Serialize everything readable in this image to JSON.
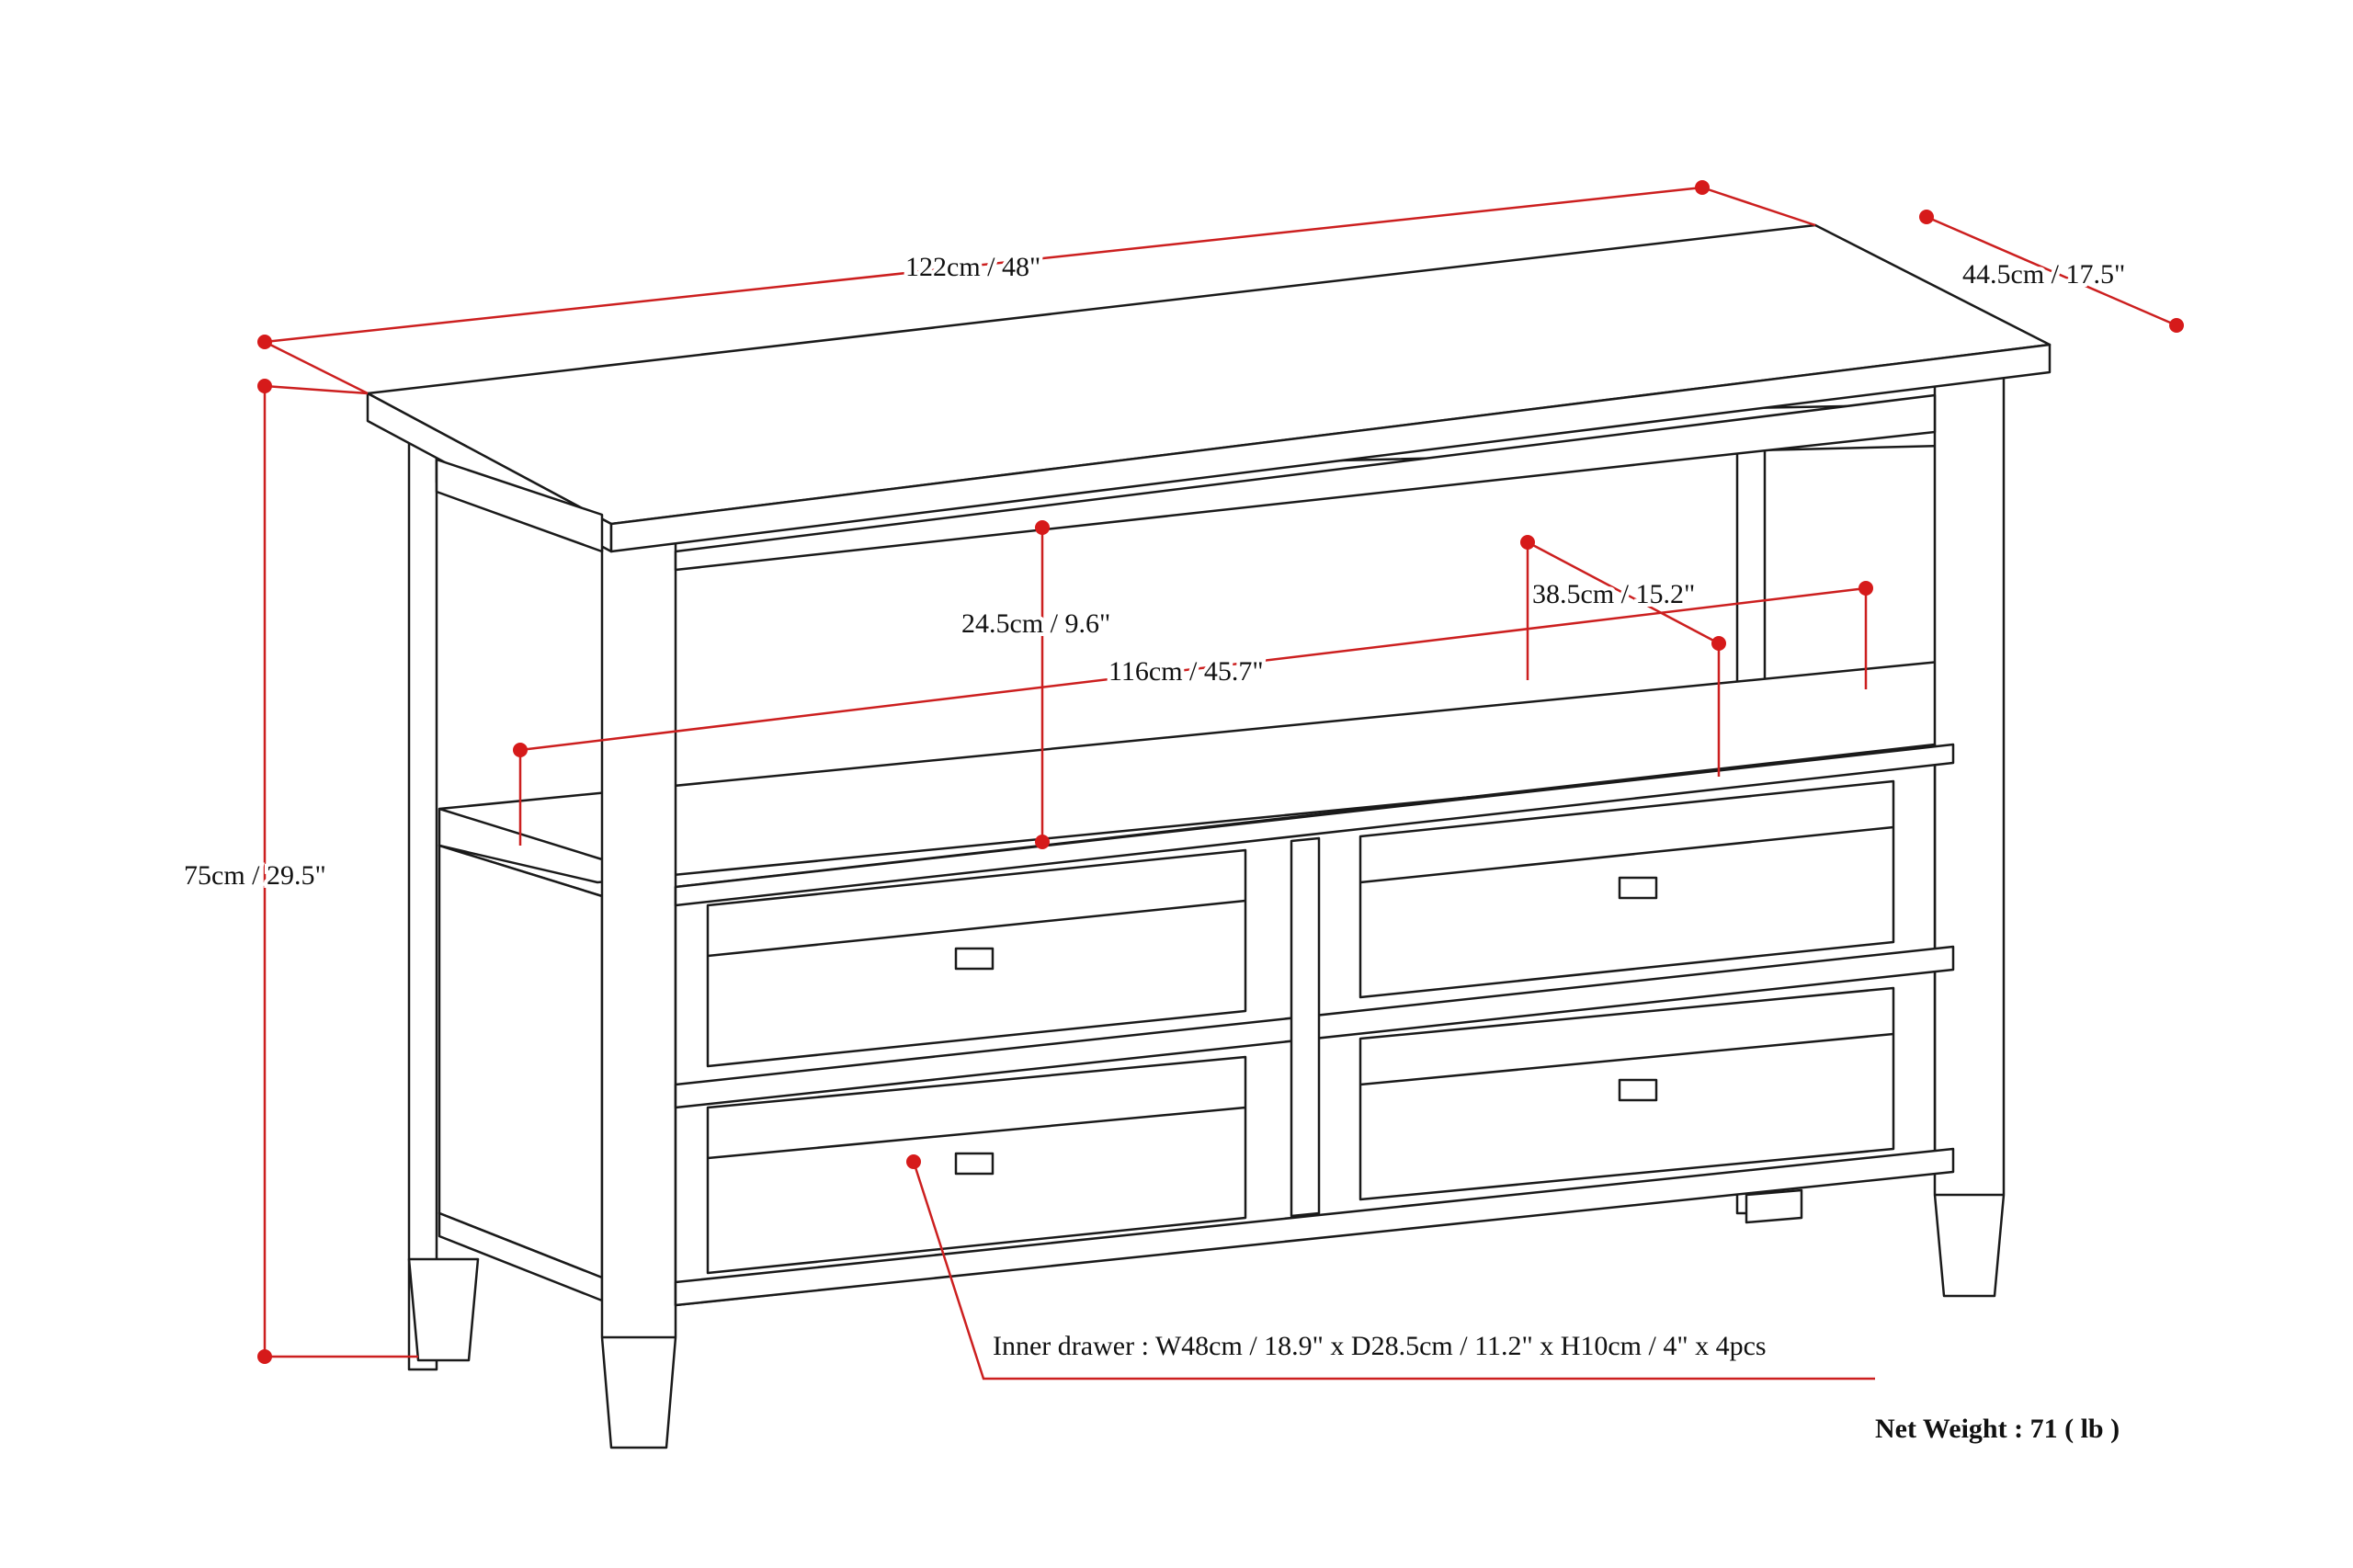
{
  "dimensions": {
    "width": "122cm / 48\"",
    "depth": "44.5cm / 17.5\"",
    "height": "75cm / 29.5\"",
    "shelf_height": "24.5cm / 9.6\"",
    "shelf_width": "116cm / 45.7\"",
    "shelf_depth": "38.5cm / 15.2\""
  },
  "inner_drawer": "Inner drawer : W48cm / 18.9\" x D28.5cm / 11.2\" x H10cm / 4\" x 4pcs",
  "net_weight": "Net Weight : 71 ( lb )",
  "colors": {
    "dimension_line": "#cc1f1f",
    "dimension_dot": "#d61a1a",
    "outline": "#1a1a1a",
    "background": "#ffffff"
  }
}
